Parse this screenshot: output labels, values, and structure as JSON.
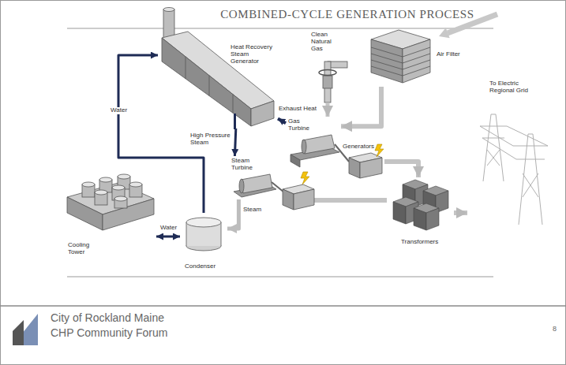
{
  "diagram": {
    "title": "COMBINED-CYCLE GENERATION PROCESS",
    "nodes": [
      {
        "text": [
          "Heat Recovery Steam Generator"
        ]
      },
      {
        "text": [
          "Clean Natural Gas"
        ]
      },
      {
        "text": [
          "Air Filter"
        ]
      },
      {
        "text": [
          "To Electric Regional Grid"
        ]
      },
      {
        "text": [
          "Gas Turbine"
        ]
      },
      {
        "text": [
          "Steam Turbine"
        ]
      },
      {
        "text": [
          "Generators"
        ]
      },
      {
        "text": [
          "Transformers"
        ]
      },
      {
        "text": [
          "Cooling Tower"
        ]
      },
      {
        "text": [
          "Condenser"
        ]
      }
    ],
    "edges": [
      {
        "from": 2,
        "to": 4,
        "arrow": "to"
      },
      {
        "from": 1,
        "to": 4,
        "arrow": "to"
      },
      {
        "from": 4,
        "to": 0,
        "label": "Exhaust Heat",
        "arrow": "to"
      },
      {
        "from": 0,
        "to": 5,
        "label": "High Pressure Steam",
        "arrow": "to"
      },
      {
        "from": 5,
        "to": 9,
        "label": "Steam",
        "arrow": "to"
      },
      {
        "from": 9,
        "to": 0,
        "label": "Water",
        "arrow": "to"
      },
      {
        "from": 9,
        "to": 8,
        "label": "Water",
        "arrow": "both"
      },
      {
        "from": 6,
        "to": 7,
        "arrow": "to"
      },
      {
        "from": 7,
        "to": 3,
        "arrow": "to"
      }
    ],
    "labels": [
      "City of Rockland Maine",
      "CHP Community Forum",
      "8"
    ]
  }
}
